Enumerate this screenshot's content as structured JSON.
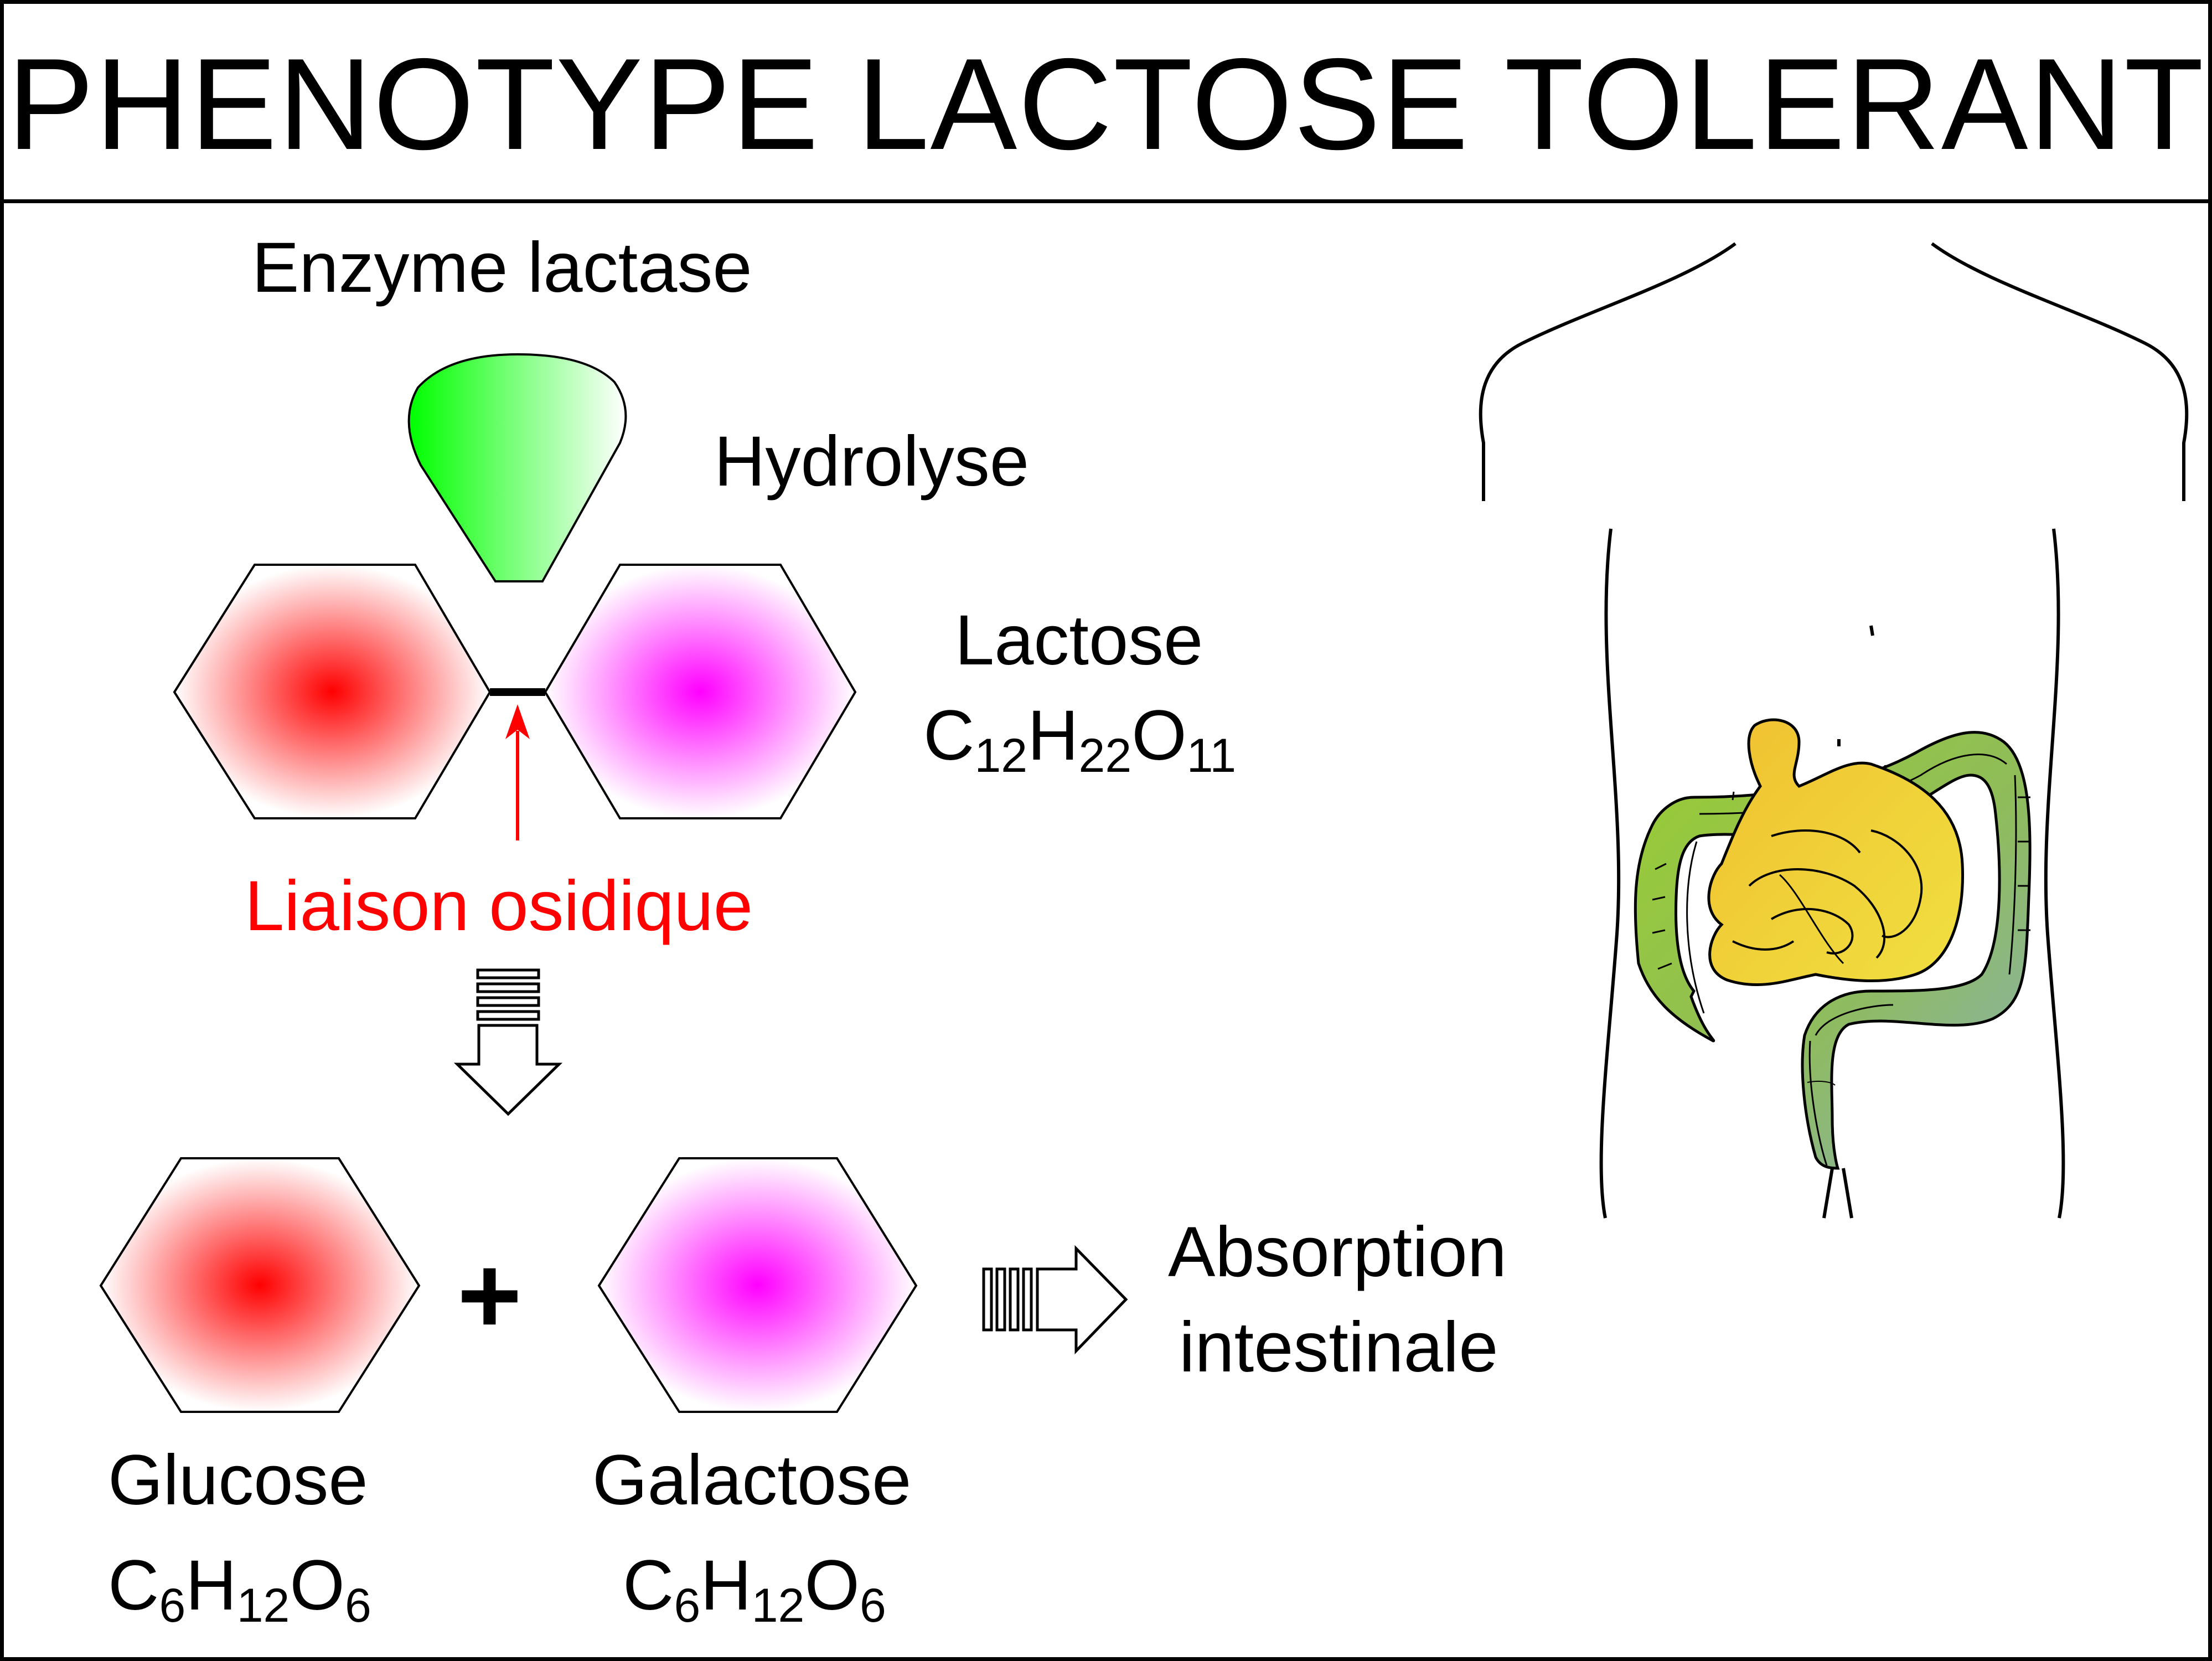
{
  "title": "PHENOTYPE LACTOSE TOLERANT",
  "labels": {
    "enzyme": "Enzyme lactase",
    "hydrolyse": "Hydrolyse",
    "lactose": "Lactose",
    "bond": "Liaison osidique",
    "glucose": "Glucose",
    "galactose": "Galactose",
    "absorption_line1": "Absorption",
    "absorption_line2": "intestinale",
    "plus": "+"
  },
  "formulas": {
    "lactose": {
      "c": "C",
      "c_n": "12",
      "h": "H",
      "h_n": "22",
      "o": "O",
      "o_n": "11"
    },
    "glucose": {
      "c": "C",
      "c_n": "6",
      "h": "H",
      "h_n": "12",
      "o": "O",
      "o_n": "6"
    },
    "galactose": {
      "c": "C",
      "c_n": "6",
      "h": "H",
      "h_n": "12",
      "o": "O",
      "o_n": "6"
    }
  },
  "colors": {
    "glucose": "#ff0000",
    "galactose": "#ff00ff",
    "enzyme": "#00ff00",
    "bond_label": "#ff0000",
    "small_intestine": "#f0e040",
    "colon_ascending": "#9acd32",
    "colon_transverse": "#8fbc5a",
    "colon_descending": "#88b0a8",
    "rectum": "#a8d8e0"
  }
}
